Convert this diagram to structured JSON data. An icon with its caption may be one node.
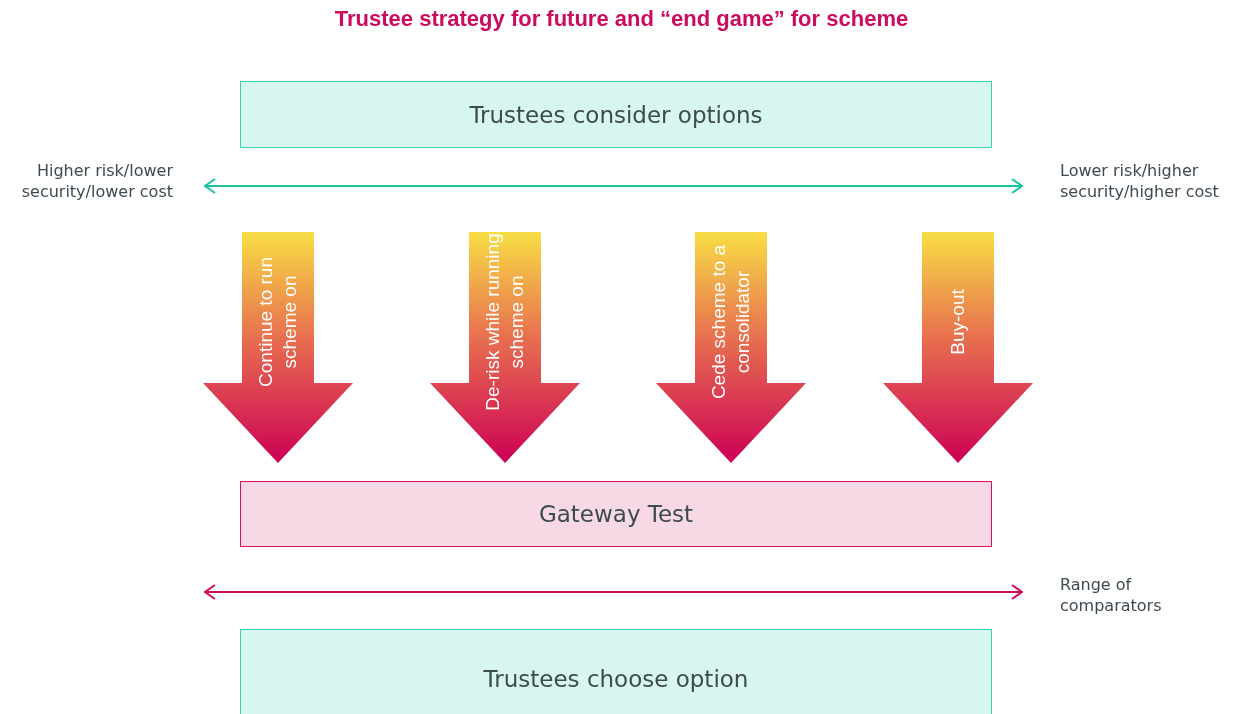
{
  "diagram": {
    "title": "Trustee strategy for future and “end game” for scheme",
    "nodes": [
      {
        "text": [
          "Trustees consider options"
        ]
      },
      {
        "text": [
          "Continue to run scheme on"
        ]
      },
      {
        "text": [
          "De-risk while running scheme on"
        ]
      },
      {
        "text": [
          "Cede scheme to a consolidator"
        ]
      },
      {
        "text": [
          "Buy-out"
        ]
      },
      {
        "text": [
          "Gateway Test"
        ]
      },
      {
        "text": [
          "Trustees choose option"
        ]
      },
      {
        "text": [
          "Higher risk/lower security/lower cost"
        ]
      },
      {
        "text": [
          "Lower risk/higher security/higher cost"
        ]
      }
    ],
    "edges": [
      {
        "from": 7,
        "to": 8,
        "arrow": "both",
        "color": "#19c3a4"
      }
    ],
    "labels": [
      "Range of comparators"
    ]
  }
}
